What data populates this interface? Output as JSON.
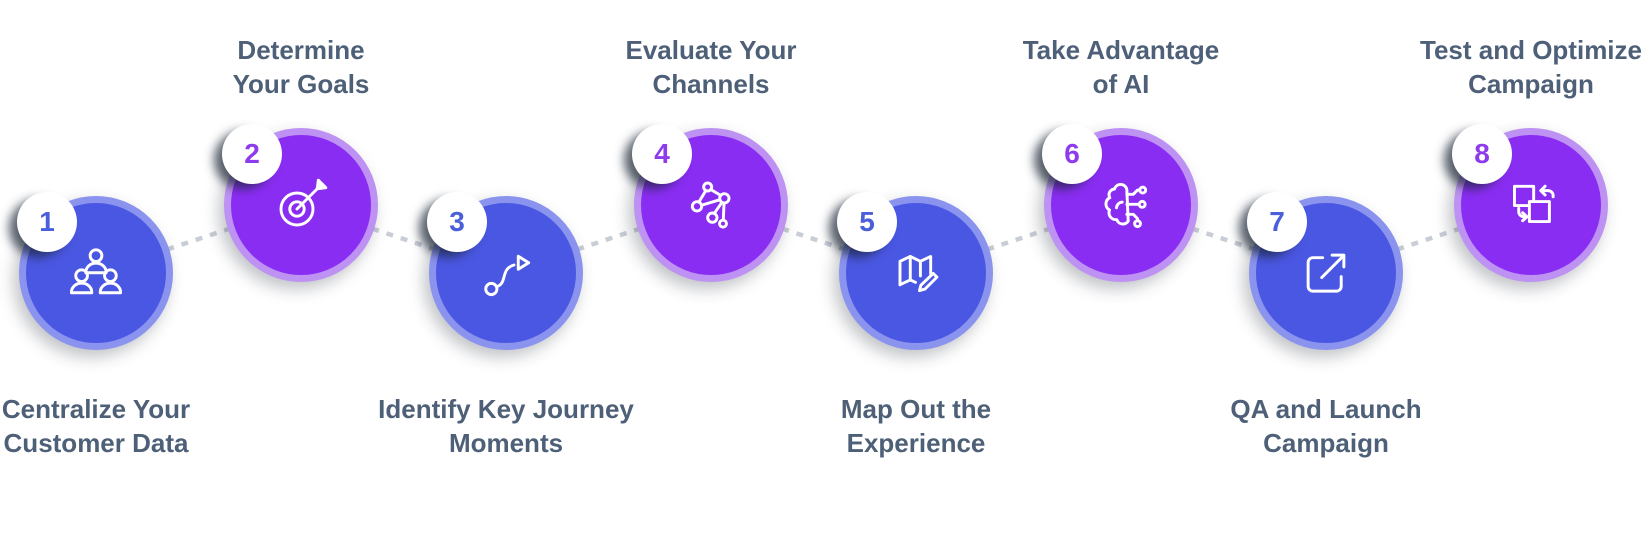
{
  "diagram": {
    "title": "",
    "colors": {
      "background": "#FFFFFF",
      "blue_circle_fill": "#4A57E2",
      "blue_circle_border": "#8A93EE",
      "blue_number": "#4A5FD9",
      "purple_circle_fill": "#8A2DF3",
      "purple_circle_border": "#BD92F2",
      "purple_number": "#8D3BEC",
      "label_text": "#4E6078",
      "connector_dash": "#C9CED6",
      "badge_background": "#FFFFFF",
      "icon_stroke": "#FFFFFF"
    },
    "steps": [
      {
        "number": "1",
        "title_lines": [
          "Centralize Your",
          "Customer Data"
        ],
        "icon": "users-icon",
        "color": "blue",
        "label_position": "bottom"
      },
      {
        "number": "2",
        "title_lines": [
          "Determine",
          "Your Goals"
        ],
        "icon": "target-arrow-icon",
        "color": "purple",
        "label_position": "top"
      },
      {
        "number": "3",
        "title_lines": [
          "Identify Key Journey",
          "Moments"
        ],
        "icon": "journey-path-icon",
        "color": "blue",
        "label_position": "bottom"
      },
      {
        "number": "4",
        "title_lines": [
          "Evaluate Your",
          "Channels"
        ],
        "icon": "network-nodes-icon",
        "color": "purple",
        "label_position": "top"
      },
      {
        "number": "5",
        "title_lines": [
          "Map Out the",
          "Experience"
        ],
        "icon": "map-edit-icon",
        "color": "blue",
        "label_position": "bottom"
      },
      {
        "number": "6",
        "title_lines": [
          "Take Advantage",
          "of AI"
        ],
        "icon": "ai-brain-icon",
        "color": "purple",
        "label_position": "top"
      },
      {
        "number": "7",
        "title_lines": [
          "QA and Launch",
          "Campaign"
        ],
        "icon": "external-link-icon",
        "color": "blue",
        "label_position": "bottom"
      },
      {
        "number": "8",
        "title_lines": [
          "Test and Optimize",
          "Campaign"
        ],
        "icon": "ab-swap-icon",
        "color": "purple",
        "label_position": "top"
      }
    ]
  }
}
